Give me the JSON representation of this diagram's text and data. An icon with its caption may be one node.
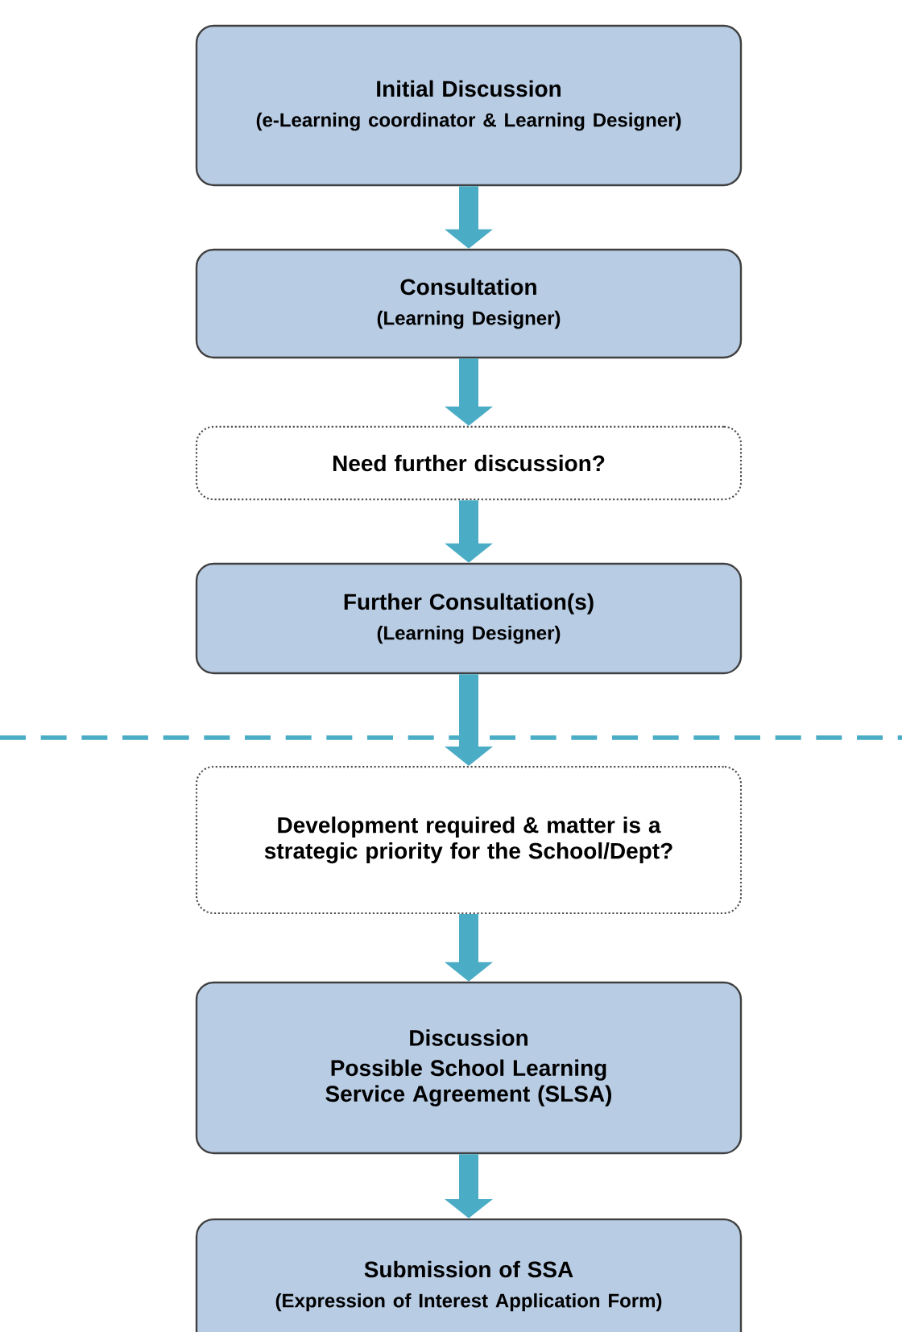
{
  "diagram": {
    "nodes": [
      {
        "text": [
          "Initial Discussion",
          "(e-Learning coordinator & Learning Designer)"
        ]
      },
      {
        "text": [
          "Consultation",
          "(Learning Designer)"
        ]
      },
      {
        "text": [
          "Need further discussion?"
        ]
      },
      {
        "text": [
          "Further Consultation(s)",
          "(Learning Designer)"
        ]
      },
      {
        "text": [
          "Development required & matter is a strategic priority for the School/Dept?"
        ]
      },
      {
        "text": [
          "Discussion",
          "Possible School Learning Service Agreement (SLSA)"
        ]
      },
      {
        "text": [
          "Submission of SSA",
          "(Expression of Interest Application Form)"
        ]
      }
    ],
    "edges": [
      {
        "from": 0,
        "to": 1,
        "arrow": "to"
      },
      {
        "from": 1,
        "to": 2,
        "arrow": "to"
      },
      {
        "from": 2,
        "to": 3,
        "arrow": "to"
      },
      {
        "from": 3,
        "to": 4,
        "arrow": "to"
      },
      {
        "from": 4,
        "to": 5,
        "arrow": "to"
      },
      {
        "from": 5,
        "to": 6,
        "arrow": "to"
      }
    ]
  }
}
